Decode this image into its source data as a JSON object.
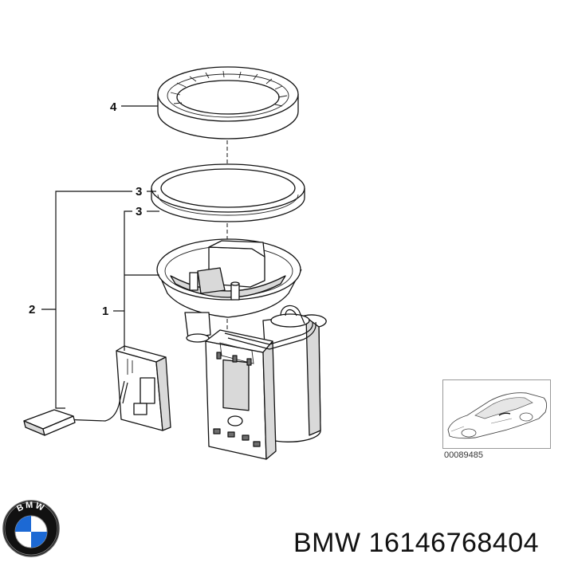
{
  "callouts": {
    "c4": "4",
    "c3a": "3",
    "c3b": "3",
    "c2": "2",
    "c1": "1"
  },
  "thumbnail": {
    "icon": "car-silhouette-icon",
    "code": "00089485"
  },
  "logo": {
    "icon": "bmw-roundel-icon",
    "colors": {
      "ring": "#000000",
      "blue": "#1c69d4",
      "white": "#ffffff"
    }
  },
  "footer": {
    "label": "BMW 16146768404"
  }
}
